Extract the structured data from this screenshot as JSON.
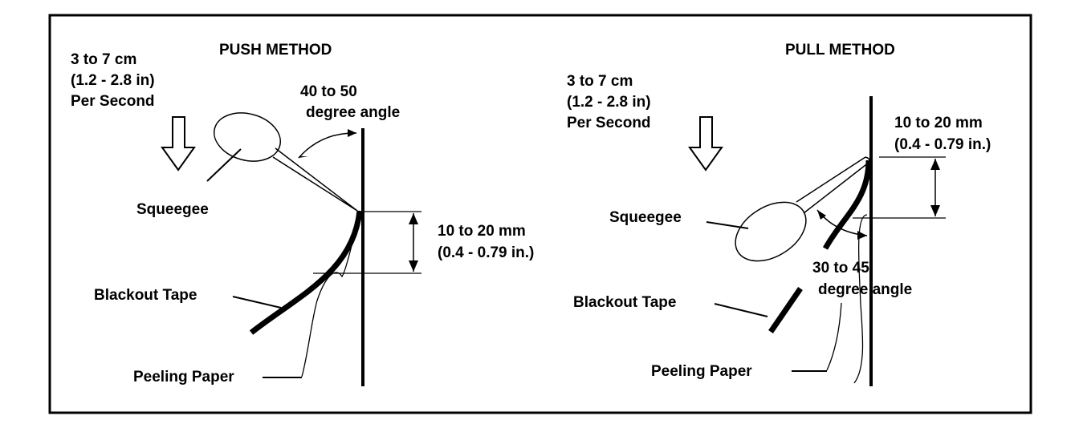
{
  "push": {
    "title": "PUSH METHOD",
    "speed": [
      "3 to 7 cm",
      "(1.2 - 2.8 in)",
      "Per Second"
    ],
    "angle": [
      "40 to 50",
      "degree angle"
    ],
    "gap": [
      "10 to 20 mm",
      "(0.4 - 0.79 in.)"
    ],
    "squeegee": "Squeegee",
    "tape": "Blackout Tape",
    "paper": "Peeling Paper"
  },
  "pull": {
    "title": "PULL METHOD",
    "speed": [
      "3 to 7 cm",
      "(1.2 - 2.8 in)",
      "Per Second"
    ],
    "gap": [
      "10 to 20 mm",
      "(0.4 - 0.79 in.)"
    ],
    "angle": [
      "30 to 45",
      "degree angle"
    ],
    "squeegee": "Squeegee",
    "tape": "Blackout Tape",
    "paper": "Peeling Paper"
  }
}
